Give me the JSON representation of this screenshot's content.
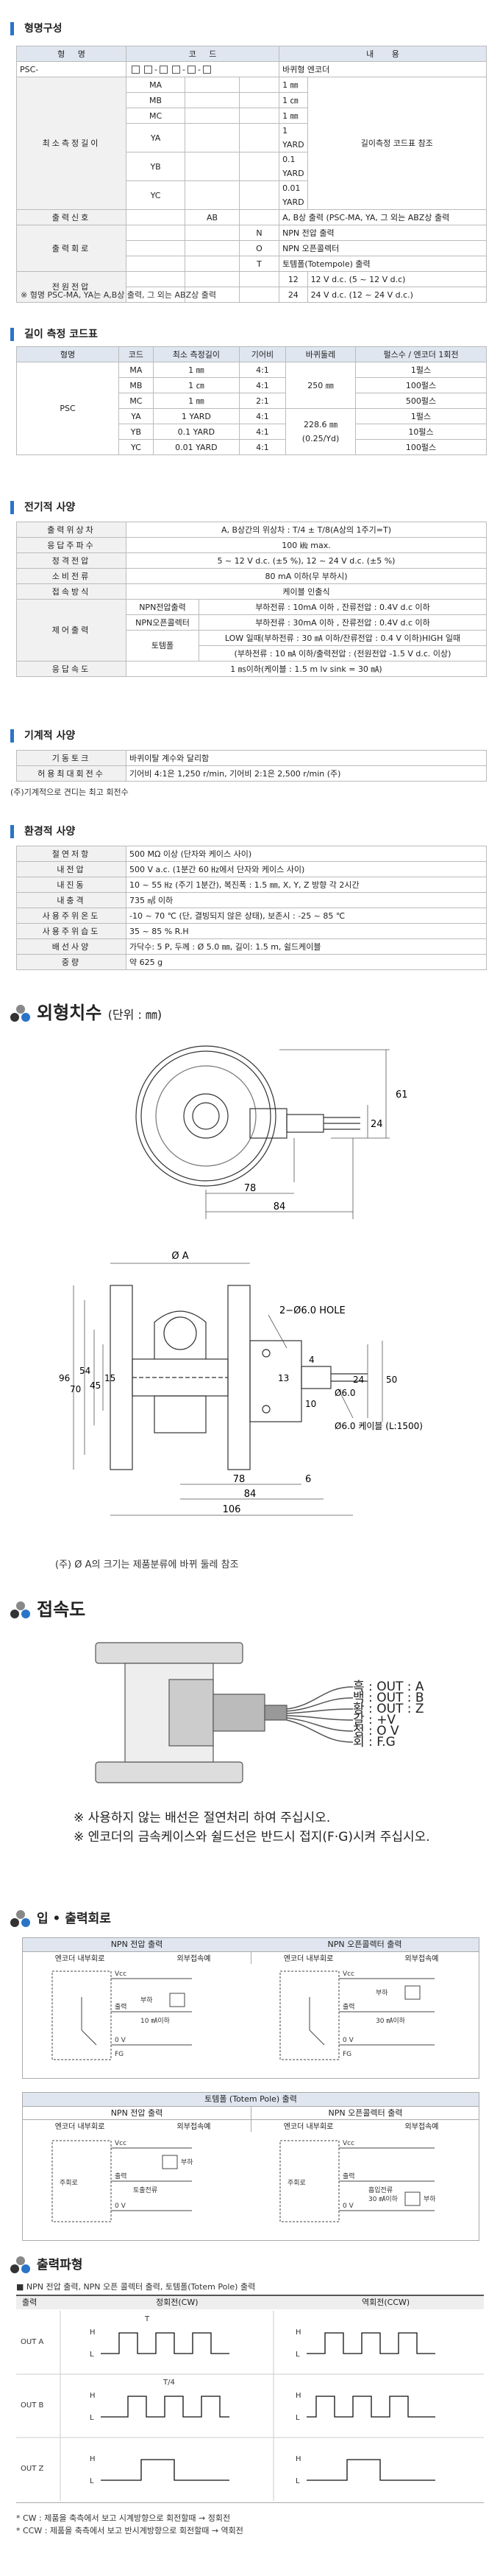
{
  "model": {
    "title": "형명구성",
    "headers": [
      "형",
      "명",
      "코",
      "드",
      "내",
      "용"
    ],
    "prefix": "PSC-",
    "rows": [
      {
        "group": "",
        "code": "",
        "sub": "",
        "content": "바퀴형 엔코더"
      },
      {
        "group": "최소측정길이",
        "code": "MA",
        "sub": "",
        "content": "1 ㎜"
      },
      {
        "group": "",
        "code": "MB",
        "sub": "",
        "content": "1 ㎝"
      },
      {
        "group": "",
        "code": "MC",
        "sub": "",
        "content": "1 ㎜"
      },
      {
        "group": "",
        "code": "YA",
        "sub": "",
        "content": "1 YARD"
      },
      {
        "group": "",
        "code": "YB",
        "sub": "",
        "content": "0.1 YARD"
      },
      {
        "group": "",
        "code": "YC",
        "sub": "",
        "content": "0.01 YARD"
      },
      {
        "group": "출력신호",
        "code": "AB",
        "sub": "",
        "content": "A, B상 출력 (PSC-MA, YA, 그 외는 ABZ상 출력"
      },
      {
        "group": "출력회로",
        "code": "",
        "sub": "N",
        "content": "NPN 전압 출력"
      },
      {
        "group": "",
        "code": "",
        "sub": "O",
        "content": "NPN 오픈콜렉터"
      },
      {
        "group": "",
        "code": "",
        "sub": "T",
        "content": "토템폴(Totempole) 출력"
      },
      {
        "group": "전원전압",
        "code": "",
        "sub": "12",
        "content": "12 V d.c. (5 ~ 12 V d.c)"
      },
      {
        "group": "",
        "code": "",
        "sub": "24",
        "content": "24 V d.c. (12 ~ 24 V d.c.)"
      }
    ],
    "side_note": "길이측정 코드표 참조",
    "footnote": "※ 형명 PSC-MA, YA는 A,B상 출력, 그 외는 ABZ상 출력"
  },
  "length_code": {
    "title": "길이 측정 코드표",
    "headers": [
      "형명",
      "코드",
      "최소 측정길이",
      "기어비",
      "바퀴둘레",
      "펄스수 / 엔코더 1회전"
    ],
    "model_name": "PSC",
    "rows": [
      [
        "MA",
        "1 ㎜",
        "4:1",
        "1펄스"
      ],
      [
        "MB",
        "1 ㎝",
        "4:1",
        "100펄스"
      ],
      [
        "MC",
        "1 ㎜",
        "2:1",
        "500펄스"
      ],
      [
        "YA",
        "1 YARD",
        "4:1",
        "1펄스"
      ],
      [
        "YB",
        "0.1 YARD",
        "4:1",
        "10펄스"
      ],
      [
        "YC",
        "0.01 YARD",
        "4:1",
        "100펄스"
      ]
    ],
    "circ_metric": "250 ㎜",
    "circ_yard_1": "228.6 ㎜",
    "circ_yard_2": "(0.25/Yd)"
  },
  "electrical": {
    "title": "전기적 사양",
    "rows": [
      {
        "label": "출력위상차",
        "value": "A, B상간의 위상차 : T/4 ± T/8(A상의 1주기=T)"
      },
      {
        "label": "응답주파수",
        "value": "100 ㎑ max."
      },
      {
        "label": "정격전압",
        "value": "5 ~ 12 V d.c. (±5 %), 12 ~ 24 V d.c. (±5 %)"
      },
      {
        "label": "소비전류",
        "value": "80 mA 이하(무 부하시)"
      },
      {
        "label": "접속방식",
        "value": "케이블 인출식"
      }
    ],
    "output": {
      "label": "제어출력",
      "npn_v": "NPN전압출력",
      "npn_v_val": "부하전류 : 10mA 이하 , 잔류전압 : 0.4V d.c 이하",
      "npn_oc": "NPN오픈콜렉터",
      "npn_oc_val": "부하전류 : 30mA 이하 , 잔류전압 : 0.4V d.c 이하",
      "totem": "토템폴",
      "totem_val1": "LOW 일때(부하전류 : 30 ㎃ 이하/잔류전압 : 0.4 V 이하)HIGH 일때",
      "totem_val2": "(부하전류 : 10 ㎃ 이하/출력전압 : (전원전압 -1.5 V d.c. 이상)"
    },
    "response": {
      "label": "응답속도",
      "value": "1 ㎳이하(케이블 : 1.5 m lv sink = 30 ㎃)"
    }
  },
  "mechanical": {
    "title": "기계적 사양",
    "rows": [
      {
        "label": "기동토크",
        "value": "바퀴이탈 계수와 달리함"
      },
      {
        "label": "허용최대회전수",
        "value": "기어비 4:1은 1,250 r/min, 기어비 2:1은 2,500 r/min (주)"
      }
    ],
    "note": "(주)기계적으로 견디는 최고 회전수"
  },
  "environment": {
    "title": "환경적 사양",
    "rows": [
      {
        "label": "절연저항",
        "value": "500 MΩ 이상 (단자와 케이스 사이)"
      },
      {
        "label": "내전압",
        "value": "500 V a.c. (1분간 60 ㎐에서 단자와 케이스 사이)"
      },
      {
        "label": "내진동",
        "value": "10 ~ 55 ㎐ (주기 1분간), 복진폭 : 1.5 ㎜, X, Y, Z 방향 각 2시간"
      },
      {
        "label": "내충격",
        "value": "735 ㎨ 이하"
      },
      {
        "label": "사용주위온도",
        "value": "-10 ~ 70 ℃ (단, 결빙되지 않은 상태), 보존시 : -25 ~ 85 ℃"
      },
      {
        "label": "사용주위습도",
        "value": "35 ~ 85 % R.H"
      },
      {
        "label": "배선사양",
        "value": "가닥수: 5 P, 두께 : Ø 5.0 ㎜, 길이: 1.5 m, 쉴드케이블"
      },
      {
        "label": "중량",
        "value": "약 625 g"
      }
    ]
  },
  "dimensions": {
    "title": "외형치수",
    "unit": "(단위 : ㎜)",
    "top_dims": [
      "78",
      "84",
      "61",
      "24"
    ],
    "front_dims": [
      "Ø A",
      "2−Ø6.0 HOLE",
      "78",
      "84",
      "106",
      "6",
      "Ø6.0 케이블 (L:1500)",
      "Ø6.0",
      "96",
      "70",
      "54",
      "45",
      "15",
      "13",
      "24",
      "50",
      "4",
      "10"
    ],
    "note": "(주) Ø A의 크기는 제품분류에 바뀌 둘레 참조"
  },
  "connection": {
    "title": "접속도",
    "wires": [
      {
        "color": "흑",
        "signal": "OUT : A"
      },
      {
        "color": "백",
        "signal": "OUT : B"
      },
      {
        "color": "황",
        "signal": "OUT : Z"
      },
      {
        "color": "갈",
        "signal": "+V"
      },
      {
        "color": "청",
        "signal": "O V"
      },
      {
        "color": "회",
        "signal": "F.G"
      }
    ],
    "notes": [
      "※ 사용하지 않는 배선은 절연처리 하여 주십시오.",
      "※ 엔코더의 금속케이스와 쉴드선은 반드시 접지(F·G)시켜 주십시오."
    ]
  },
  "io_circuit": {
    "title": "입 • 출력회로",
    "npn_voltage": "NPN 전압 출력",
    "npn_oc": "NPN 오픈콜렉터 출력",
    "totem": "토템폴 (Totem Pole) 출력",
    "inner": "엔코더 내부회로",
    "outer": "외부접속예",
    "labels": [
      "Vcc",
      "출력",
      "0 V",
      "FG",
      "부하",
      "10 ㎃이하",
      "30 ㎃이하",
      "주회로",
      "흡입전류",
      "토출전류"
    ]
  },
  "waveform": {
    "title": "출력파형",
    "subtitle": "■ NPN 전압 출력, NPN 오픈 콜렉터 출력, 토템폴(Totem Pole) 출력",
    "headers": [
      "출력",
      "정회전(CW)",
      "역회전(CCW)"
    ],
    "rows": [
      "OUT A",
      "OUT B",
      "OUT Z"
    ],
    "levels": [
      "H",
      "L"
    ],
    "t_labels": [
      "T",
      "T/4"
    ],
    "notes": [
      "* CW : 제품을 축측에서 보고 시계방향으로 회전할때 → 정회전",
      "* CCW : 제품을 축측에서 보고 반시계방향으로 회전할때 → 역회전"
    ]
  }
}
